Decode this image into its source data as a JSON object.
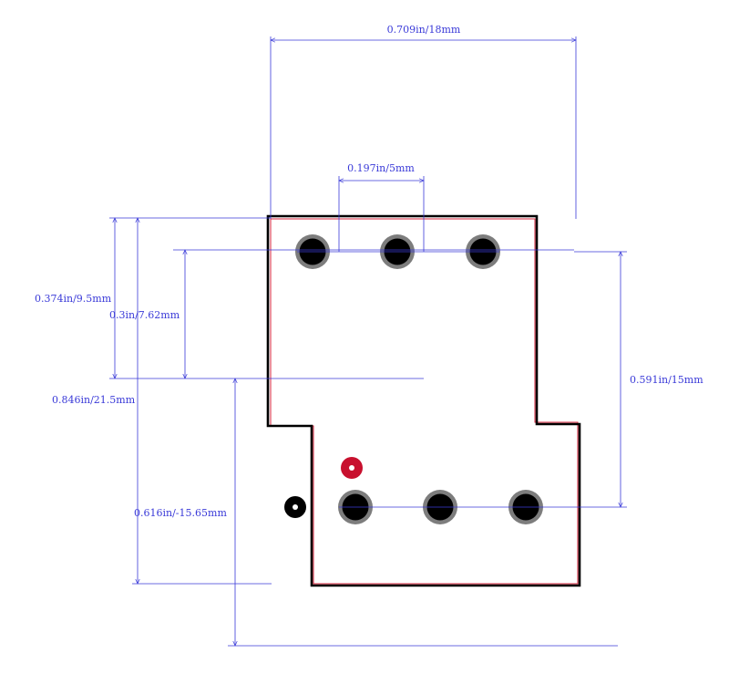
{
  "colors": {
    "dimension": "#3a3ad8",
    "outline": "#000000",
    "outline_inner": "#d7263d",
    "pad_ring": "#7d7d7d",
    "pad_hole": "#000000",
    "pin1_marker": "#c8102e",
    "origin_marker": "#000000",
    "background": "#ffffff"
  },
  "dimensions": {
    "overall_width": "0.709in/18mm",
    "pin_pitch": "0.197in/5mm",
    "body_upper_height": "0.374in/9.5mm",
    "row_to_step": "0.3in/7.62mm",
    "overall_height": "0.846in/21.5mm",
    "row_spacing": "0.591in/15mm",
    "lower_offset": "0.616in/-15.65mm"
  },
  "pads": {
    "top_row_count": 3,
    "bottom_row_count": 3
  },
  "markers": {
    "pin1": "pin1-marker-icon",
    "origin": "origin-marker-icon"
  }
}
